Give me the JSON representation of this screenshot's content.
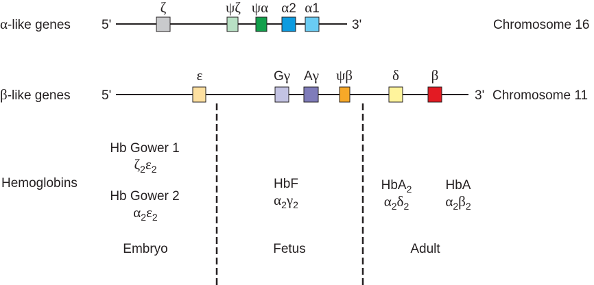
{
  "alpha_locus": {
    "label": "α-like genes",
    "five_prime": "5'",
    "three_prime": "3'",
    "chromosome": "Chromosome 16",
    "genes": [
      {
        "name": "ζ",
        "color": "#c9cacc"
      },
      {
        "name": "ψζ",
        "color": "#b8e0c4"
      },
      {
        "name": "ψα",
        "color": "#12a04c"
      },
      {
        "name": "α2",
        "color": "#0c9be0"
      },
      {
        "name": "α1",
        "color": "#6accf3"
      }
    ]
  },
  "beta_locus": {
    "label": "β-like genes",
    "five_prime": "5'",
    "three_prime": "3'",
    "chromosome": "Chromosome 11",
    "genes": [
      {
        "name": "ε",
        "color": "#fde0a0"
      },
      {
        "name": "Gγ",
        "color": "#c3c3e3"
      },
      {
        "name": "Aγ",
        "color": "#7f7cba"
      },
      {
        "name": "ψβ",
        "color": "#f7a928"
      },
      {
        "name": "δ",
        "color": "#fff49c"
      },
      {
        "name": "β",
        "color": "#e31b23"
      }
    ]
  },
  "hemoglobins": {
    "label": "Hemoglobins",
    "embryo": [
      {
        "name": "Hb Gower 1",
        "chains": [
          {
            "symbol": "ζ",
            "subscript": "2"
          },
          {
            "symbol": "ε",
            "subscript": "2"
          }
        ]
      },
      {
        "name": "Hb Gower 2",
        "chains": [
          {
            "symbol": "α",
            "subscript": "2"
          },
          {
            "symbol": "ε",
            "subscript": "2"
          }
        ]
      }
    ],
    "fetus": [
      {
        "name": "HbF",
        "chains": [
          {
            "symbol": "α",
            "subscript": "2"
          },
          {
            "symbol": "γ",
            "subscript": "2"
          }
        ]
      }
    ],
    "adult": [
      {
        "name": "HbA",
        "name_subscript": "2",
        "chains": [
          {
            "symbol": "α",
            "subscript": "2"
          },
          {
            "symbol": "δ",
            "subscript": "2"
          }
        ]
      },
      {
        "name": "HbA",
        "chains": [
          {
            "symbol": "α",
            "subscript": "2"
          },
          {
            "symbol": "β",
            "subscript": "2"
          }
        ]
      }
    ]
  },
  "stages": {
    "embryo": "Embryo",
    "fetus": "Fetus",
    "adult": "Adult"
  }
}
